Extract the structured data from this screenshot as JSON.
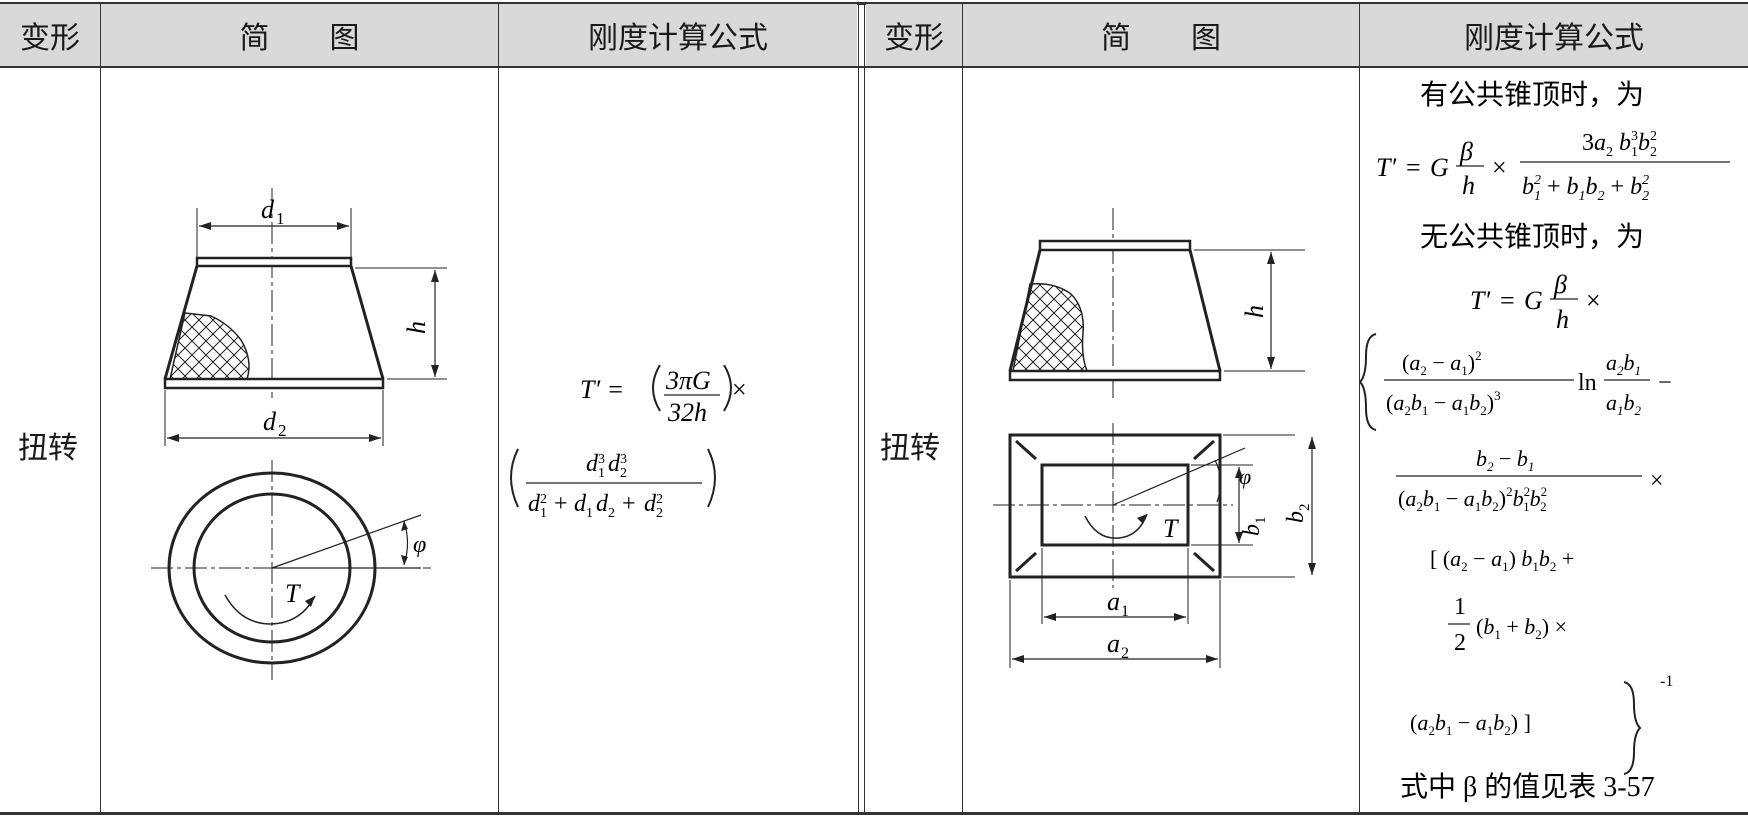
{
  "headers": {
    "left": {
      "col1": "变形",
      "col2": "简　　图",
      "col3": "刚度计算公式"
    },
    "right": {
      "col1": "变形",
      "col2": "简　　图",
      "col3": "刚度计算公式"
    }
  },
  "rows": [
    {
      "left_deformation": "扭转",
      "right_deformation": "扭转"
    }
  ],
  "left_figure": {
    "labels": {
      "d1": "d",
      "d1_sub": "1",
      "d2": "d",
      "d2_sub": "2",
      "h": "h",
      "phi": "φ",
      "T": "T"
    }
  },
  "right_figure": {
    "labels": {
      "h": "h",
      "phi": "φ",
      "T": "T",
      "a1": "a",
      "a1_sub": "1",
      "a2": "a",
      "a2_sub": "2",
      "b1": "b",
      "b1_sub": "1",
      "b2": "b",
      "b2_sub": "2"
    }
  },
  "left_formula": {
    "lhs": "T′ = ",
    "frac1_num": "3πG",
    "frac1_den": "32h",
    "times": "×"
  },
  "right_formula": {
    "line1": "有公共锥顶时，为",
    "line_nocommon": "无公共锥顶时，为",
    "note": "式中 β 的值见表 3-57",
    "exp": "-1"
  }
}
